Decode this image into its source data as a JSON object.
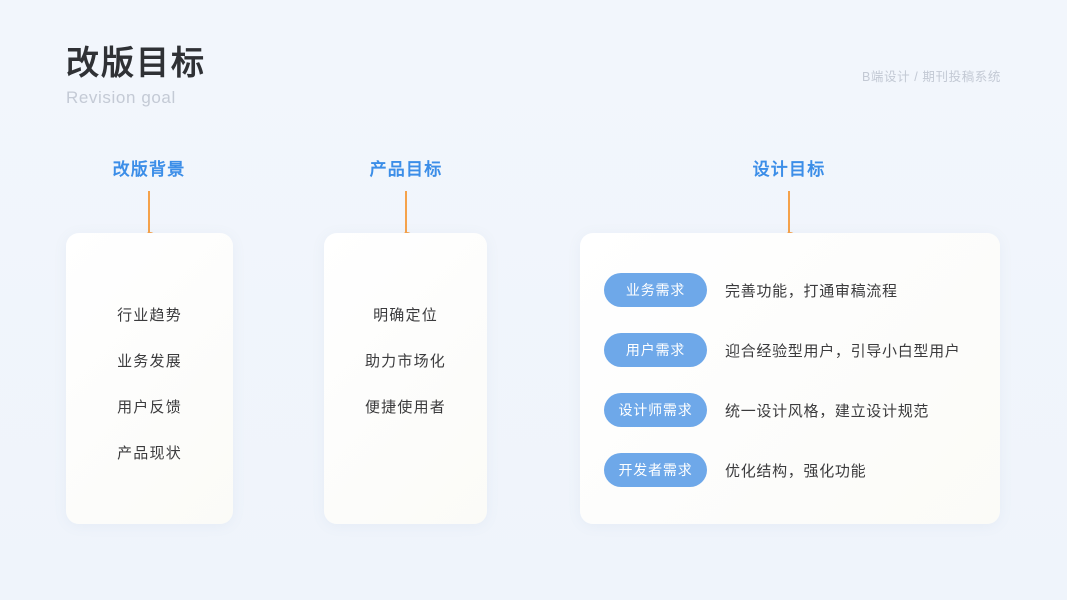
{
  "header": {
    "title": "改版目标",
    "subtitle": "Revision goal",
    "breadcrumb": "B端设计 / 期刊投稿系统"
  },
  "columns": [
    {
      "heading": "改版背景",
      "items": [
        "行业趋势",
        "业务发展",
        "用户反馈",
        "产品现状"
      ]
    },
    {
      "heading": "产品目标",
      "items": [
        "明确定位",
        "助力市场化",
        "便捷使用者"
      ]
    },
    {
      "heading": "设计目标",
      "requirements": [
        {
          "tag": "业务需求",
          "text": "完善功能，打通审稿流程"
        },
        {
          "tag": "用户需求",
          "text": "迎合经验型用户，引导小白型用户"
        },
        {
          "tag": "设计师需求",
          "text": "统一设计风格，建立设计规范"
        },
        {
          "tag": "开发者需求",
          "text": "优化结构，强化功能"
        }
      ]
    }
  ],
  "colors": {
    "background": "#f1f5fb",
    "heading_blue": "#3c8ee8",
    "pill_blue": "#6ea8e9",
    "connector_orange": "#f5a24b",
    "title_dark": "#2f3135",
    "subtitle_gray": "#c4cad5"
  }
}
